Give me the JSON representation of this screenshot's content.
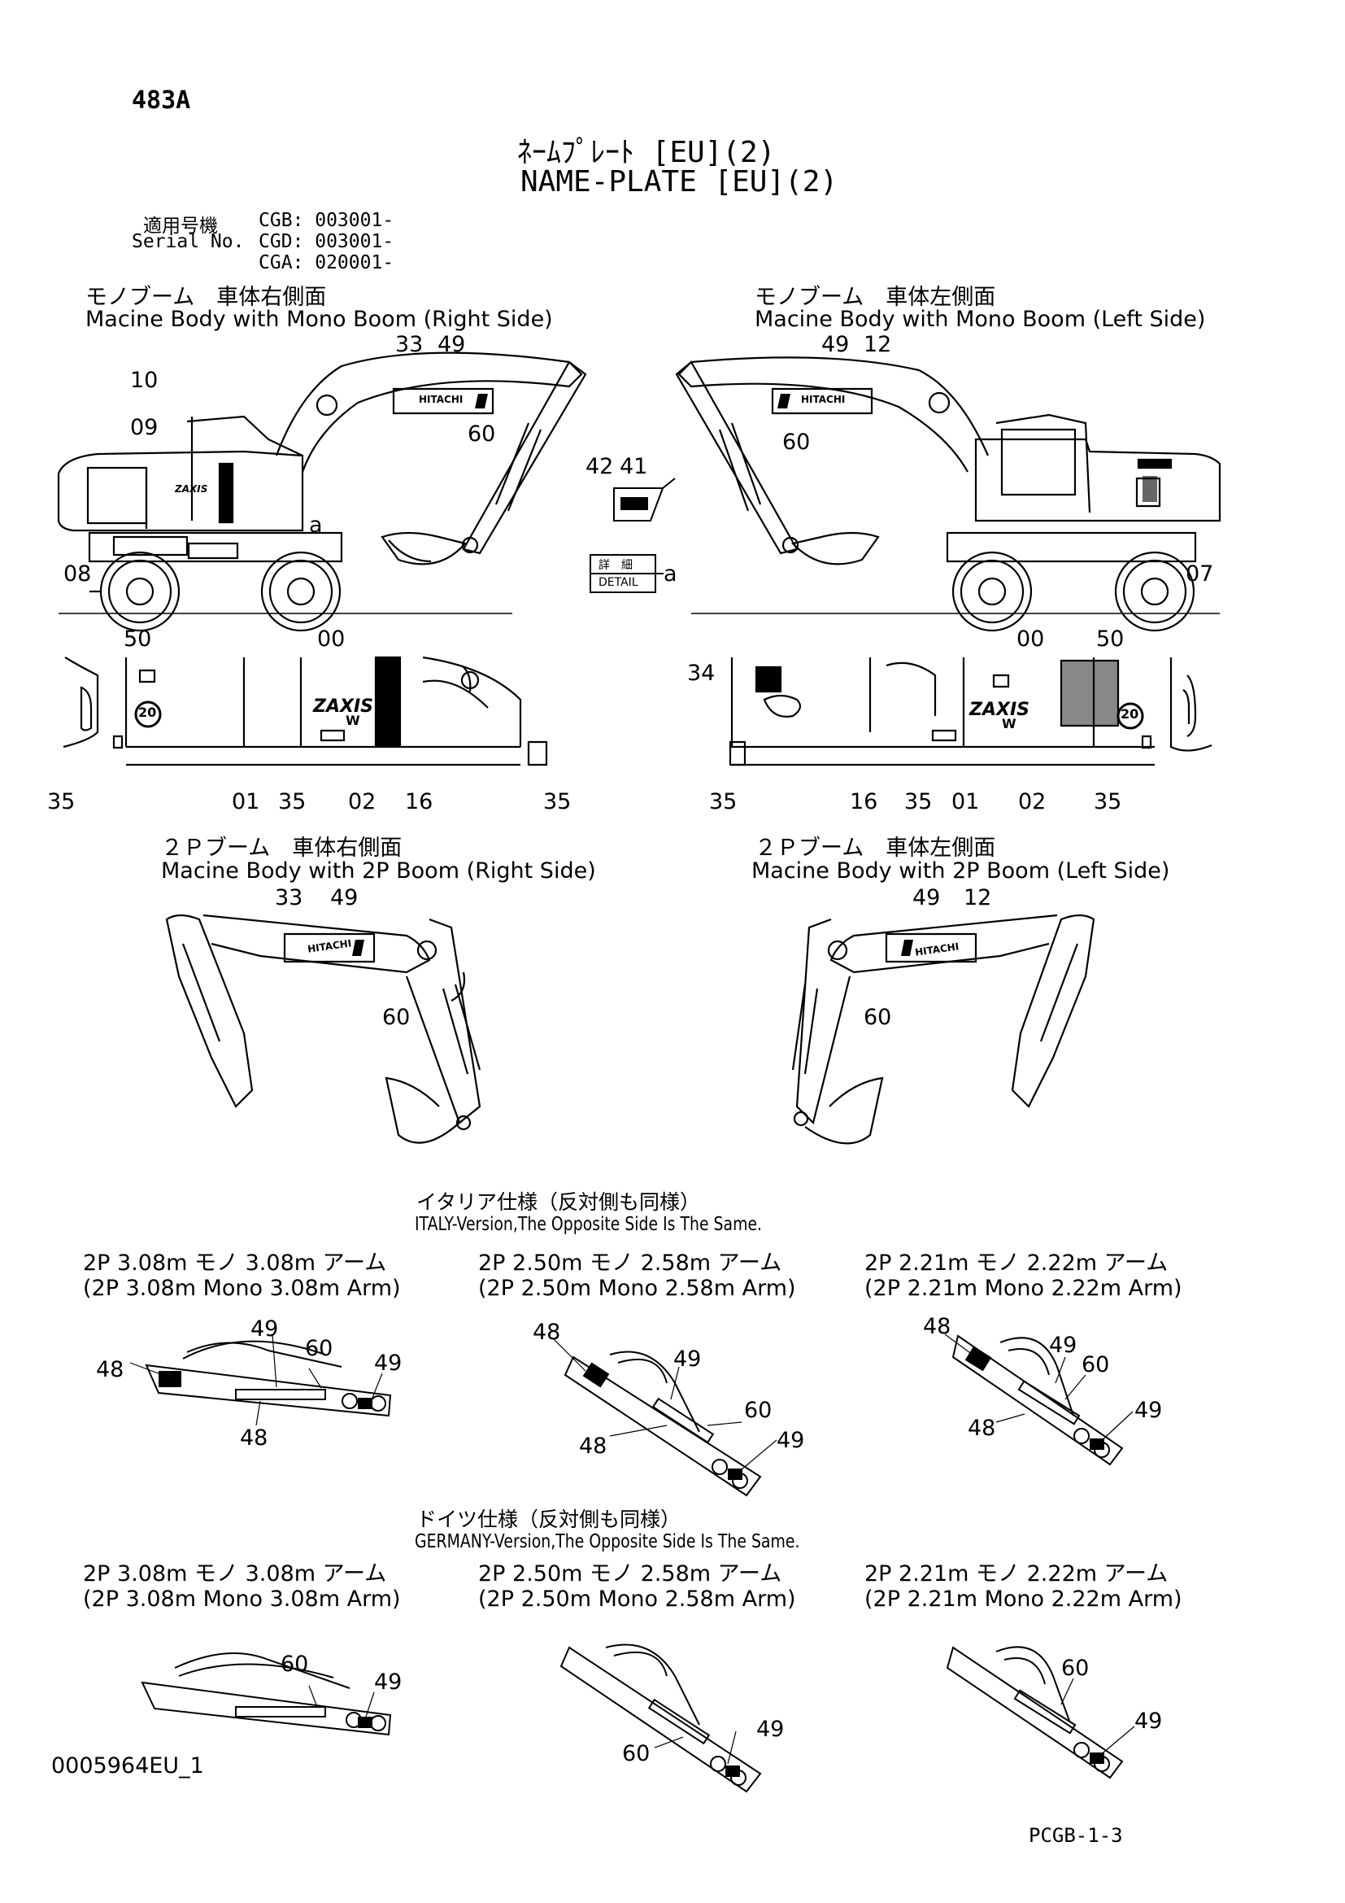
{
  "header": {
    "page_code": "483A",
    "title_jp": "ﾈｰﾑﾌﾟﾚｰﾄ [EU](2)",
    "title_en": "NAME-PLATE [EU](2)",
    "serial_label_jp": "適用号機",
    "serial_label_en": "Serial No.",
    "serials": [
      "CGB: 003001-",
      "CGD: 003001-",
      "CGA: 020001-"
    ]
  },
  "views": {
    "mono_right": {
      "title_jp": "モノブーム　車体右側面",
      "title_en": "Macine Body with Mono Boom (Right Side)"
    },
    "mono_left": {
      "title_jp": "モノブーム　車体左側面",
      "title_en": "Macine Body with Mono Boom (Left Side)"
    },
    "twop_right": {
      "title_jp": "２Ｐブーム　車体右側面",
      "title_en": "Macine Body with 2P Boom (Right Side)"
    },
    "twop_left": {
      "title_jp": "２Ｐブーム　車体左側面",
      "title_en": "Macine Body with 2P Boom (Left Side)"
    }
  },
  "detail": {
    "jp": "詳　細",
    "en": "DETAIL",
    "letter": "a",
    "callout": "a"
  },
  "decal_text": {
    "brand": "HITACHI",
    "model": "ZAXIS",
    "model_sub": "W",
    "badge": "20"
  },
  "callouts": {
    "mono_right": [
      "33",
      "49",
      "10",
      "09",
      "60",
      "08"
    ],
    "detail_nums": [
      "42",
      "41"
    ],
    "mono_left": [
      "49",
      "12",
      "60",
      "07"
    ],
    "body_right": [
      "50",
      "00",
      "35",
      "01",
      "35",
      "02",
      "16",
      "35"
    ],
    "body_left": [
      "34",
      "00",
      "50",
      "35",
      "16",
      "35",
      "01",
      "02",
      "35"
    ],
    "twop_right": [
      "33",
      "49",
      "60"
    ],
    "twop_left": [
      "49",
      "12",
      "60"
    ]
  },
  "italy": {
    "title_jp": "イタリア仕様（反対側も同様）",
    "title_en": "ITALY-Version,The Opposite Side Is The Same.",
    "variants": [
      {
        "jp": "2P 3.08m モノ 3.08m アーム",
        "en": "(2P 3.08m Mono 3.08m Arm)",
        "nums": [
          "49",
          "60",
          "49",
          "48",
          "48"
        ]
      },
      {
        "jp": "2P 2.50m モノ 2.58m アーム",
        "en": "(2P 2.50m Mono 2.58m Arm)",
        "nums": [
          "48",
          "49",
          "60",
          "48",
          "49"
        ]
      },
      {
        "jp": "2P 2.21m モノ 2.22m アーム",
        "en": "(2P 2.21m Mono 2.22m Arm)",
        "nums": [
          "48",
          "49",
          "60",
          "49",
          "48"
        ]
      }
    ]
  },
  "germany": {
    "title_jp": "ドイツ仕様（反対側も同様）",
    "title_en": "GERMANY-Version,The Opposite Side Is The Same.",
    "variants": [
      {
        "jp": "2P 3.08m モノ 3.08m アーム",
        "en": "(2P 3.08m Mono 3.08m Arm)",
        "nums": [
          "60",
          "49"
        ]
      },
      {
        "jp": "2P 2.50m モノ 2.58m アーム",
        "en": "(2P 2.50m Mono 2.58m Arm)",
        "nums": [
          "49",
          "60"
        ]
      },
      {
        "jp": "2P 2.21m モノ 2.22m アーム",
        "en": "(2P 2.21m Mono 2.22m Arm)",
        "nums": [
          "60",
          "49"
        ]
      }
    ]
  },
  "footer": {
    "drawing_no": "0005964EU_1",
    "page_ref": "PCGB-1-3"
  }
}
